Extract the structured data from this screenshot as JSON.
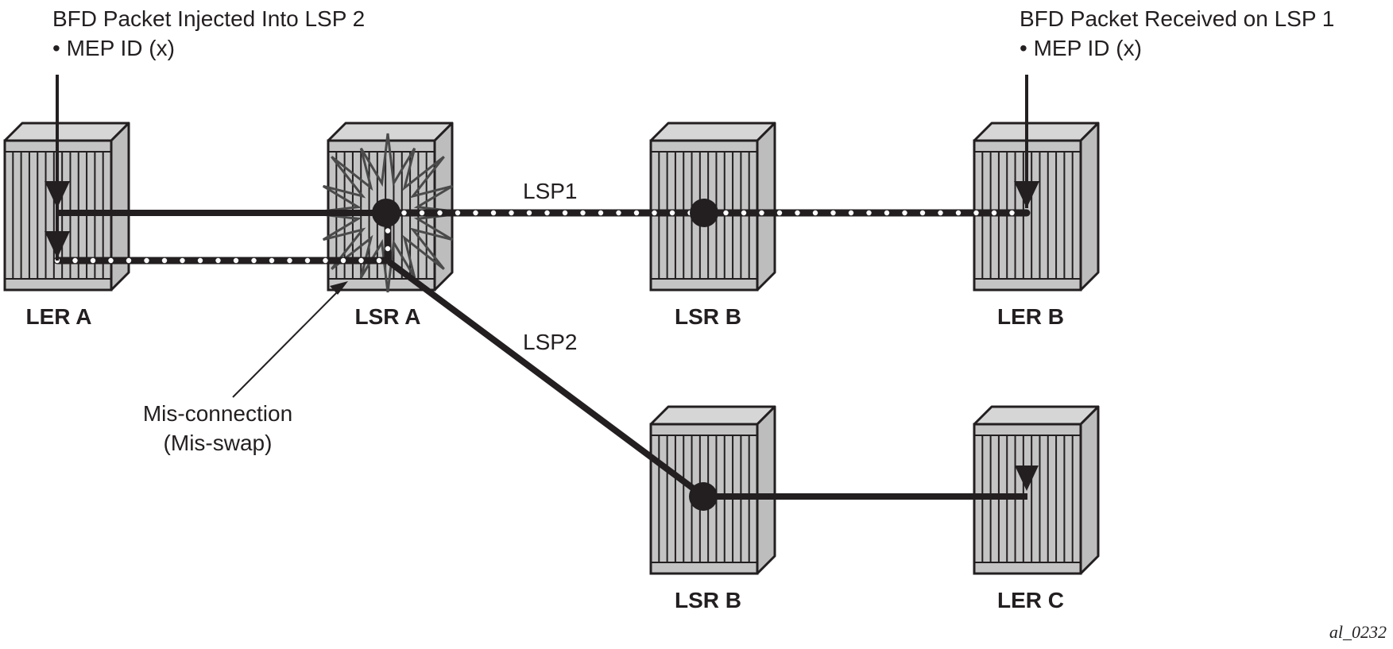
{
  "annotations": {
    "injected": {
      "title": "BFD Packet Injected Into LSP 2",
      "bullet": "• MEP ID (x)"
    },
    "received": {
      "title": "BFD Packet Received on LSP 1",
      "bullet": "• MEP ID (x)"
    },
    "misconnection": {
      "line1": "Mis-connection",
      "line2": "(Mis-swap)"
    }
  },
  "nodes": [
    {
      "id": "ler-a",
      "label": "LER A"
    },
    {
      "id": "lsr-a",
      "label": "LSR A",
      "fault": "mis-connection"
    },
    {
      "id": "lsr-b-top",
      "label": "LSR B"
    },
    {
      "id": "ler-b",
      "label": "LER B"
    },
    {
      "id": "lsr-b-bottom",
      "label": "LSR B"
    },
    {
      "id": "ler-c",
      "label": "LER C"
    }
  ],
  "paths": {
    "lsp1": {
      "label": "LSP1",
      "style": "dotted",
      "hops": [
        "lsr-a",
        "lsr-b-top",
        "ler-b"
      ]
    },
    "lsp2": {
      "label": "LSP2",
      "style": "solid",
      "hops": [
        "lsr-a",
        "lsr-b-bottom",
        "ler-c"
      ]
    }
  },
  "figure_id": "al_0232",
  "colors": {
    "ink": "#231f20",
    "router_face": "#c4c4c4",
    "router_top": "#d6d6d6",
    "router_side": "#bdbdbd",
    "burst": "#4a4a4a"
  }
}
